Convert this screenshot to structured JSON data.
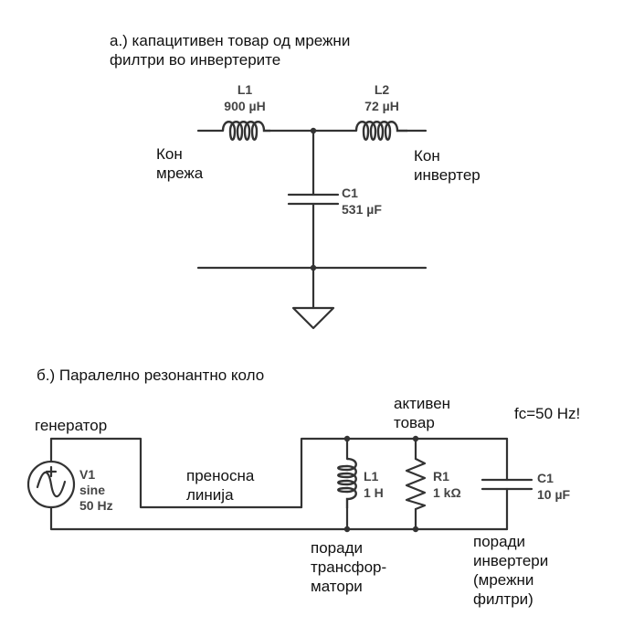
{
  "part_a": {
    "title_line1": "а.) капацитивен товар од мрежни",
    "title_line2": "филтри во инвертерите",
    "l1": {
      "name": "L1",
      "value": "900 µH"
    },
    "l2": {
      "name": "L2",
      "value": "72 µH"
    },
    "c1": {
      "name": "C1",
      "value": "531 µF"
    },
    "left_label_line1": "Кон",
    "left_label_line2": "мрежа",
    "right_label_line1": "Кон",
    "right_label_line2": "инвертер"
  },
  "part_b": {
    "title": "б.) Паралелно резонантно коло",
    "generator_label": "генератор",
    "v1": {
      "name": "V1",
      "type": "sine",
      "freq": "50 Hz"
    },
    "line_label_line1": "преносна",
    "line_label_line2": "линија",
    "active_load_line1": "активен",
    "active_load_line2": "товар",
    "fc_note": "fc=50 Hz!",
    "l1": {
      "name": "L1",
      "value": "1 H"
    },
    "r1": {
      "name": "R1",
      "value": "1 kΩ"
    },
    "c1": {
      "name": "C1",
      "value": "10 µF"
    },
    "transformers_note_line1": "поради",
    "transformers_note_line2": "трансфор-",
    "transformers_note_line3": "матори",
    "inverters_note_line1": "поради",
    "inverters_note_line2": "инвертери",
    "inverters_note_line3": "(мрежни",
    "inverters_note_line4": "филтри)"
  }
}
